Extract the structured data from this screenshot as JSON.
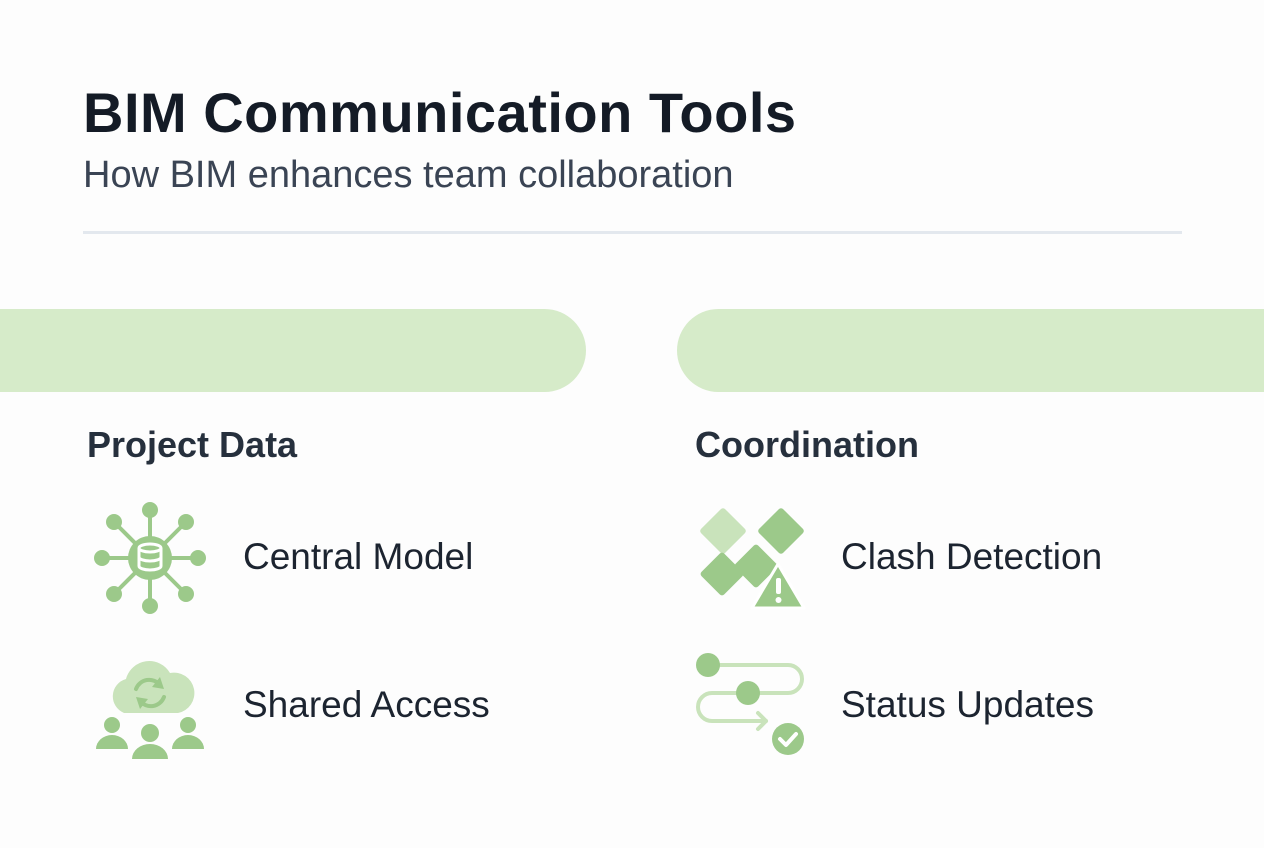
{
  "header": {
    "title": "BIM Communication Tools",
    "subtitle": "How BIM enhances team collaboration"
  },
  "columns": [
    {
      "heading": "Project Data",
      "items": [
        {
          "label": "Central Model",
          "icon": "central-model-network-icon"
        },
        {
          "label": "Shared Access",
          "icon": "cloud-sync-team-icon"
        }
      ]
    },
    {
      "heading": "Coordination",
      "items": [
        {
          "label": "Clash Detection",
          "icon": "clash-warning-icon"
        },
        {
          "label": "Status Updates",
          "icon": "workflow-check-icon"
        }
      ]
    }
  ],
  "colors": {
    "accent_band": "#d6ebc9",
    "icon_green": "#9cc98a",
    "icon_green_light": "#c9e3bb",
    "title_text": "#141b26",
    "subtitle_text": "#3a4454"
  }
}
